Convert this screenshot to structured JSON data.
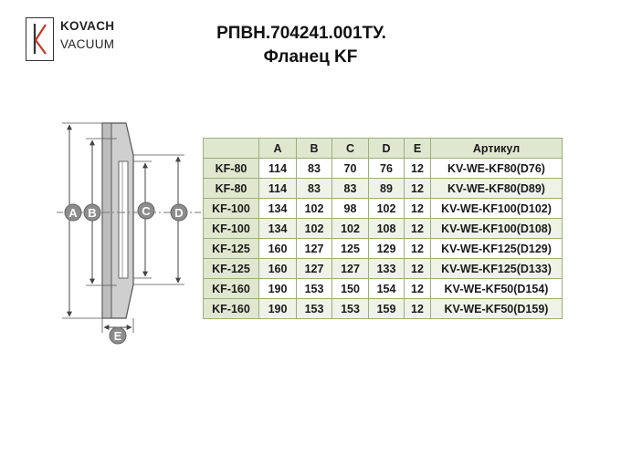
{
  "logo": {
    "line1": "KOVACH",
    "line2": "VACUUM",
    "mark": "K",
    "mark_color": "#c0392b"
  },
  "header": {
    "title": "РПВН.704241.001ТУ.",
    "subtitle": "Фланец KF"
  },
  "drawing": {
    "labels": [
      "A",
      "B",
      "C",
      "D",
      "E"
    ]
  },
  "table": {
    "headers": [
      "",
      "A",
      "B",
      "C",
      "D",
      "E",
      "Артикул"
    ],
    "rows": [
      [
        "KF-80",
        "114",
        "83",
        "70",
        "76",
        "12",
        "KV-WE-KF80(D76)"
      ],
      [
        "KF-80",
        "114",
        "83",
        "83",
        "89",
        "12",
        "KV-WE-KF80(D89)"
      ],
      [
        "KF-100",
        "134",
        "102",
        "98",
        "102",
        "12",
        "KV-WE-KF100(D102)"
      ],
      [
        "KF-100",
        "134",
        "102",
        "102",
        "108",
        "12",
        "KV-WE-KF100(D108)"
      ],
      [
        "KF-125",
        "160",
        "127",
        "125",
        "129",
        "12",
        "KV-WE-KF125(D129)"
      ],
      [
        "KF-125",
        "160",
        "127",
        "127",
        "133",
        "12",
        "KV-WE-KF125(D133)"
      ],
      [
        "KF-160",
        "190",
        "153",
        "150",
        "154",
        "12",
        "KV-WE-KF50(D154)"
      ],
      [
        "KF-160",
        "190",
        "153",
        "153",
        "159",
        "12",
        "KV-WE-KF50(D159)"
      ]
    ]
  },
  "colors": {
    "header_bg": "#dfe8cf",
    "row_alt_bg": "#eef3e5",
    "border": "#9cae7a"
  }
}
